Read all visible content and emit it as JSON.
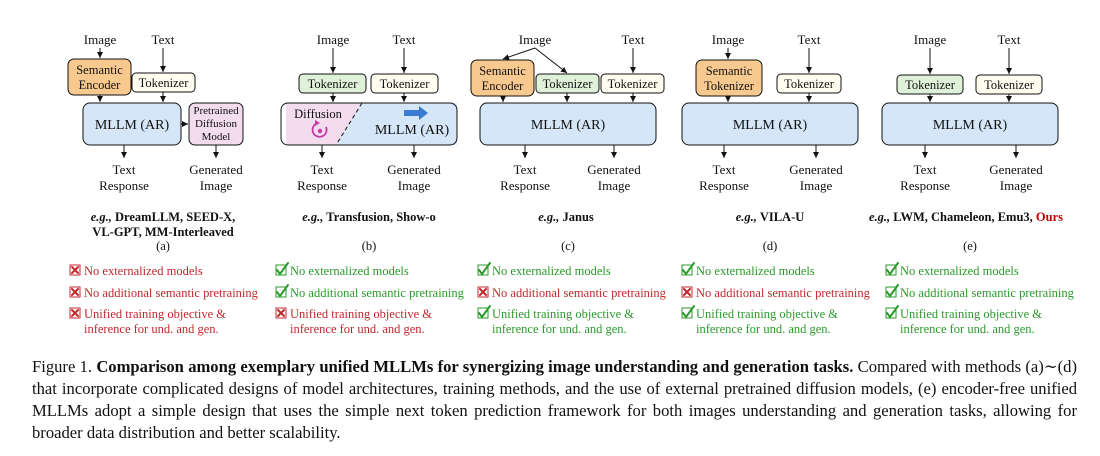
{
  "io": {
    "image": "Image",
    "text": "Text",
    "text_response": [
      "Text",
      "Response"
    ],
    "generated_image": [
      "Generated",
      "Image"
    ]
  },
  "boxes": {
    "semantic_encoder": [
      "Semantic",
      "Encoder"
    ],
    "semantic_tokenizer": [
      "Semantic",
      "Tokenizer"
    ],
    "tokenizer": "Tokenizer",
    "mllm": "MLLM (AR)",
    "pretrained_diffusion": [
      "Pretrained",
      "Diffusion",
      "Model"
    ],
    "diffusion": "Diffusion"
  },
  "panels": [
    {
      "eg_prefix": "e.g.,",
      "examples_lines": [
        "DreamLLM, SEED-X,",
        "VL-GPT, MM-Interleaved"
      ],
      "sub": "(a)"
    },
    {
      "eg_prefix": "e.g.,",
      "examples_lines": [
        "Transfusion, Show-o"
      ],
      "sub": "(b)"
    },
    {
      "eg_prefix": "e.g.,",
      "examples_lines": [
        "Janus"
      ],
      "sub": "(c)"
    },
    {
      "eg_prefix": "e.g.,",
      "examples_lines": [
        "VILA-U"
      ],
      "sub": "(d)"
    },
    {
      "eg_prefix": "e.g.,",
      "examples_lines": [
        "LWM, Chameleon, Emu3,"
      ],
      "ours": "Ours",
      "sub": "(e)"
    }
  ],
  "criteria": {
    "c1": "No externalized models",
    "c2": "No additional semantic pretraining",
    "c3": [
      "Unified training objective &",
      "inference for und. and gen."
    ],
    "status": [
      [
        false,
        false,
        false
      ],
      [
        true,
        true,
        false
      ],
      [
        true,
        false,
        true
      ],
      [
        true,
        false,
        true
      ],
      [
        true,
        true,
        true
      ]
    ]
  },
  "colors": {
    "orange": "#f7c98f",
    "green": "#dff1d8",
    "cream": "#fffdf0",
    "blue": "#d4e6f7",
    "pink": "#f4dcef",
    "check": "#2a9a2a",
    "cross": "#c0282d"
  },
  "caption": {
    "fig": "Figure 1.",
    "bold": "Comparison among exemplary unified MLLMs for synergizing image understanding and generation tasks.",
    "rest": "Compared with methods (a)∼(d) that incorporate complicated designs of model architectures, training methods, and the use of external pretrained diffusion models, (e) encoder-free unified MLLMs adopt a simple design that uses the simple next token prediction framework for both images understanding and generation tasks, allowing for broader data distribution and better scalability."
  }
}
